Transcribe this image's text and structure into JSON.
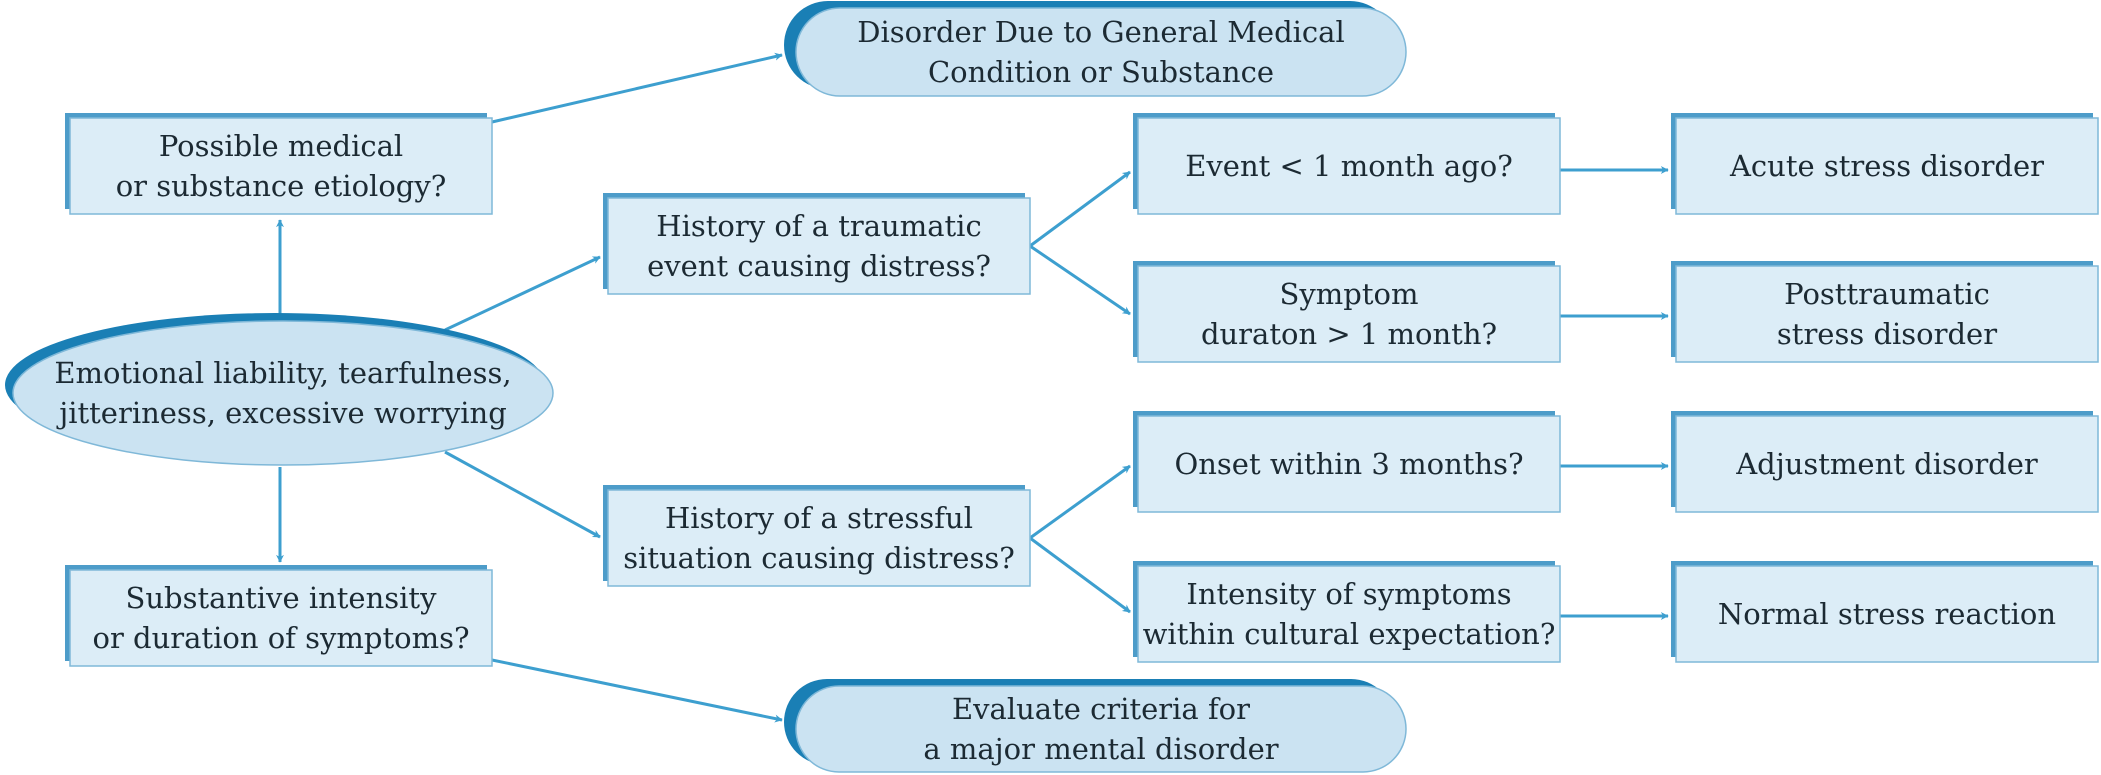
{
  "colors": {
    "box_fill": "#dcedf7",
    "box_stroke": "#7fb8d8",
    "box_shadow": "#4d9cc9",
    "pill_fill": "#cbe3f2",
    "accent": "#1a7fb5",
    "arrow": "#3d9fcf",
    "text": "#1c2a33"
  },
  "nodes": {
    "start": [
      "Emotional liability, tearfulness,",
      "jitteriness, excessive worrying"
    ],
    "medical_question": [
      "Possible medical",
      "or substance etiology?"
    ],
    "medical_outcome": [
      "Disorder Due to General Medical",
      "Condition or Substance"
    ],
    "intensity_question": [
      "Substantive intensity",
      "or duration of symptoms?"
    ],
    "intensity_outcome": [
      "Evaluate criteria for",
      "a major mental disorder"
    ],
    "traumatic_question": [
      "History of a traumatic",
      "event causing distress?"
    ],
    "stressful_question": [
      "History of a stressful",
      "situation causing distress?"
    ],
    "event_recent": [
      "Event < 1 month ago?"
    ],
    "symptom_duration": [
      "Symptom",
      "duraton > 1 month?"
    ],
    "onset_3months": [
      "Onset within 3 months?"
    ],
    "cultural_expectation": [
      "Intensity of symptoms",
      "within cultural expectation?"
    ],
    "acute_stress": [
      "Acute stress disorder"
    ],
    "ptsd": [
      "Posttraumatic",
      "stress disorder"
    ],
    "adjustment": [
      "Adjustment disorder"
    ],
    "normal_stress": [
      "Normal stress reaction"
    ]
  }
}
